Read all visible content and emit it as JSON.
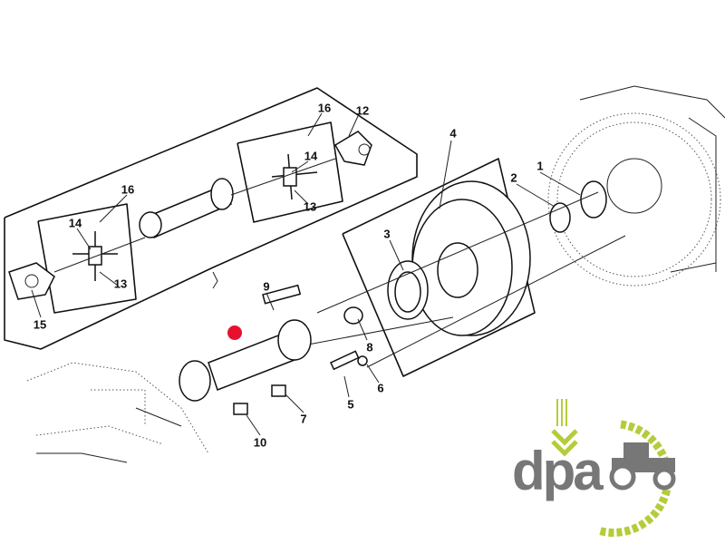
{
  "diagram": {
    "callouts": {
      "c1": "1",
      "c2": "2",
      "c3": "3",
      "c4": "4",
      "c5": "5",
      "c6": "6",
      "c7": "7",
      "c8": "8",
      "c9": "9",
      "c10": "10",
      "c12": "12",
      "c13a": "13",
      "c13b": "13",
      "c14a": "14",
      "c14b": "14",
      "c15": "15",
      "c16a": "16",
      "c16b": "16"
    },
    "highlight_color": "#e8112d"
  },
  "logo": {
    "text": "dpa",
    "accent": "#b5cc3a",
    "gray": "#777777"
  }
}
